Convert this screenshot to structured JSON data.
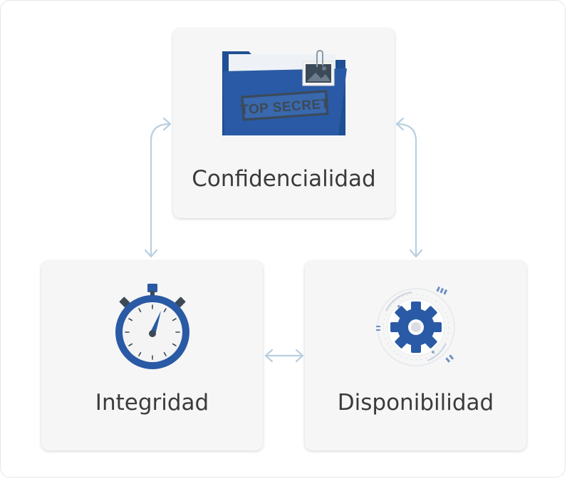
{
  "nodes": {
    "confidentiality": {
      "label": "Confidencialidad",
      "stamp_text": "TOP SECRET",
      "icon": "top-secret-folder-icon"
    },
    "integrity": {
      "label": "Integridad",
      "icon": "stopwatch-icon"
    },
    "availability": {
      "label": "Disponibilidad",
      "icon": "gear-icon"
    }
  },
  "edges": [
    {
      "from": "confidentiality",
      "to": "integrity",
      "bidirectional": true
    },
    {
      "from": "confidentiality",
      "to": "availability",
      "bidirectional": true
    },
    {
      "from": "integrity",
      "to": "availability",
      "bidirectional": true
    }
  ],
  "colors": {
    "card_background": "#f6f6f6",
    "label_text": "#3b3b3b",
    "arrow": "#b9cfe0",
    "icon_blue": "#2a5aa5",
    "icon_dark": "#3c4a57"
  }
}
